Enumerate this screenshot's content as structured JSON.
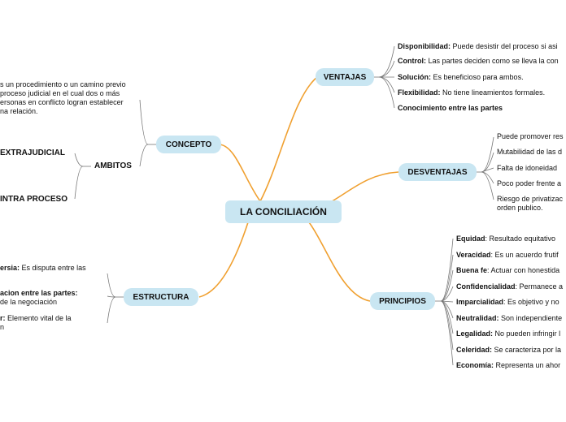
{
  "center": "LA CONCILIACIÓN",
  "ventajas": {
    "label": "VENTAJAS",
    "items": [
      {
        "b": "Disponibilidad:",
        "t": " Puede desistir del proceso si asi"
      },
      {
        "b": "Control:",
        "t": " Las partes deciden como se lleva la con"
      },
      {
        "b": "Solución:",
        "t": " Es beneficioso para ambos."
      },
      {
        "b": "Flexibilidad:",
        "t": " No tiene lineamientos formales."
      },
      {
        "b": "Conocimiento entre las partes",
        "t": ""
      }
    ]
  },
  "desventajas": {
    "label": "DESVENTAJAS",
    "items": [
      "Puede promover res",
      "Mutabilidad de las d",
      "Falta de idoneidad",
      "Poco poder frente a",
      "Riesgo de privatizac",
      "orden publico."
    ]
  },
  "principios": {
    "label": "PRINCIPIOS",
    "items": [
      {
        "b": "Equidad",
        "t": ": Resultado equitativo"
      },
      {
        "b": "Veracidad",
        "t": ": Es un  acuerdo frutif"
      },
      {
        "b": "Buena fe",
        "t": ": Actuar con honestida"
      },
      {
        "b": "Confidencialidad",
        "t": ": Permanece a"
      },
      {
        "b": "Imparcialidad",
        "t": ": Es objetivo y no"
      },
      {
        "b": "Neutralidad:",
        "t": " Son independiente"
      },
      {
        "b": "Legalidad:",
        "t": " No pueden infringir l"
      },
      {
        "b": "Celeridad:",
        "t": " Se caracteriza por la"
      },
      {
        "b": "Economía:",
        "t": " Representa un ahor"
      }
    ]
  },
  "concepto": {
    "label": "CONCEPTO",
    "definition": [
      "s un procedimiento o un camino previo",
      "proceso judicial en el cual dos o más",
      "ersonas en conflicto logran establecer",
      "na relación."
    ],
    "ambitos": {
      "label": "AMBITOS",
      "items": [
        "EXTRAJUDICIAL",
        "INTRA PROCESO"
      ]
    }
  },
  "estructura": {
    "label": "ESTRUCTURA",
    "items": [
      {
        "b": "ersia:",
        "t": " Es disputa entre las",
        "t2": ""
      },
      {
        "b": "acion entre las partes:",
        "t": "",
        "t2": "de la negociación"
      },
      {
        "b": "r:",
        "t": " Elemento vital de la",
        "t2": "n"
      }
    ]
  },
  "colors": {
    "branch": "#f0a030",
    "node": "#c9e6f2",
    "leafline": "#777777"
  }
}
